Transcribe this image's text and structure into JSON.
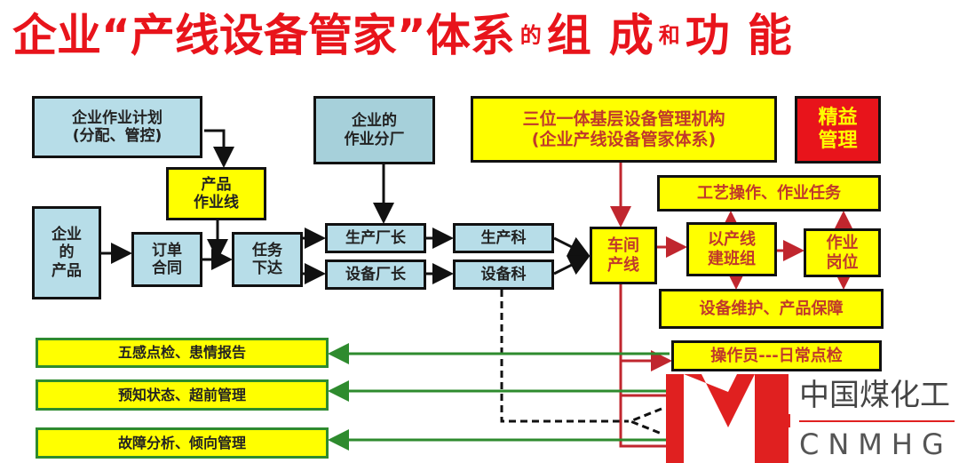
{
  "title": {
    "main": "企业“产线设备管家”体系",
    "de": "的",
    "zu": "组",
    "cheng": "成",
    "he": "和",
    "gong": "功",
    "neng": "能"
  },
  "boxes": {
    "plan": "企业作业计划\n(分配、管控)",
    "product_line": "产品\n作业线",
    "enterprise_product": "企业\n的\n产品",
    "order": "订单\n合同",
    "task": "任务\n下达",
    "branch_factory": "企业的\n作业分厂",
    "production_director": "生产厂长",
    "equipment_director": "设备厂长",
    "production_dept": "生产科",
    "equipment_dept": "设备科",
    "three_in_one": "三位一体基层设备管理机构\n(企业产线设备管家体系)",
    "lean": "精益\n管理",
    "workshop": "车间\n产线",
    "team": "以产线\n建班组",
    "post": "作业\n岗位",
    "craft": "工艺操作、作业任务",
    "maintenance": "设备维护、产品保障",
    "operator": "操作员---日常点检"
  },
  "outputs": [
    "五感点检、患情报告",
    "预知状态、超前管理",
    "故障分析、倾向管理"
  ],
  "logo": {
    "cn": "中国煤化工",
    "en": "CNMHG"
  },
  "colors": {
    "red": "#e8141b",
    "yellow": "#ffff00",
    "lightblue": "#b7dde8",
    "green": "#2e8b2e"
  }
}
